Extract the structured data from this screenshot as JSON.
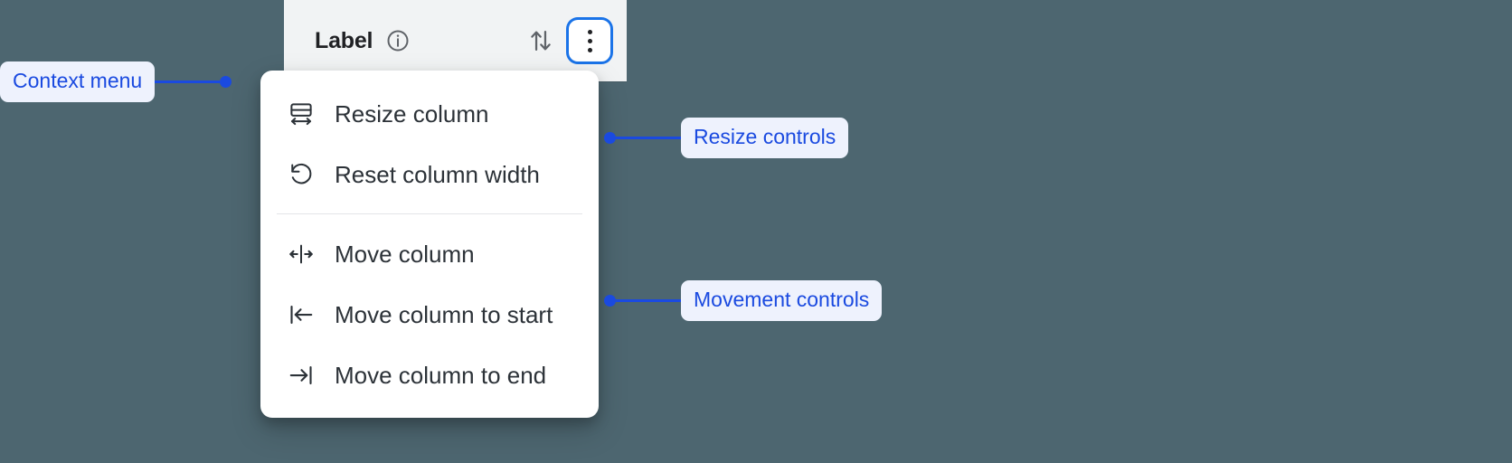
{
  "page": {
    "background_color": "#4d6670",
    "accent_color": "#1a4ae0",
    "focus_ring_color": "#1a73e8"
  },
  "column_header": {
    "title": "Label",
    "info_icon": "info-circle-icon",
    "sort_icon": "sort-up-down-icon",
    "overflow_icon": "kebab-menu-icon",
    "background_color": "#f1f3f4"
  },
  "context_menu": {
    "groups": [
      {
        "name": "resize",
        "items": [
          {
            "icon": "resize-column-icon",
            "label": "Resize column"
          },
          {
            "icon": "reset-column-width-icon",
            "label": "Reset column width"
          }
        ]
      },
      {
        "name": "movement",
        "items": [
          {
            "icon": "move-column-icon",
            "label": "Move column"
          },
          {
            "icon": "move-column-to-start-icon",
            "label": "Move column to start"
          },
          {
            "icon": "move-column-to-end-icon",
            "label": "Move column to end"
          }
        ]
      }
    ]
  },
  "annotations": [
    {
      "id": "context-menu",
      "label": "Context menu"
    },
    {
      "id": "resize-controls",
      "label": "Resize controls"
    },
    {
      "id": "movement-controls",
      "label": "Movement controls"
    }
  ]
}
